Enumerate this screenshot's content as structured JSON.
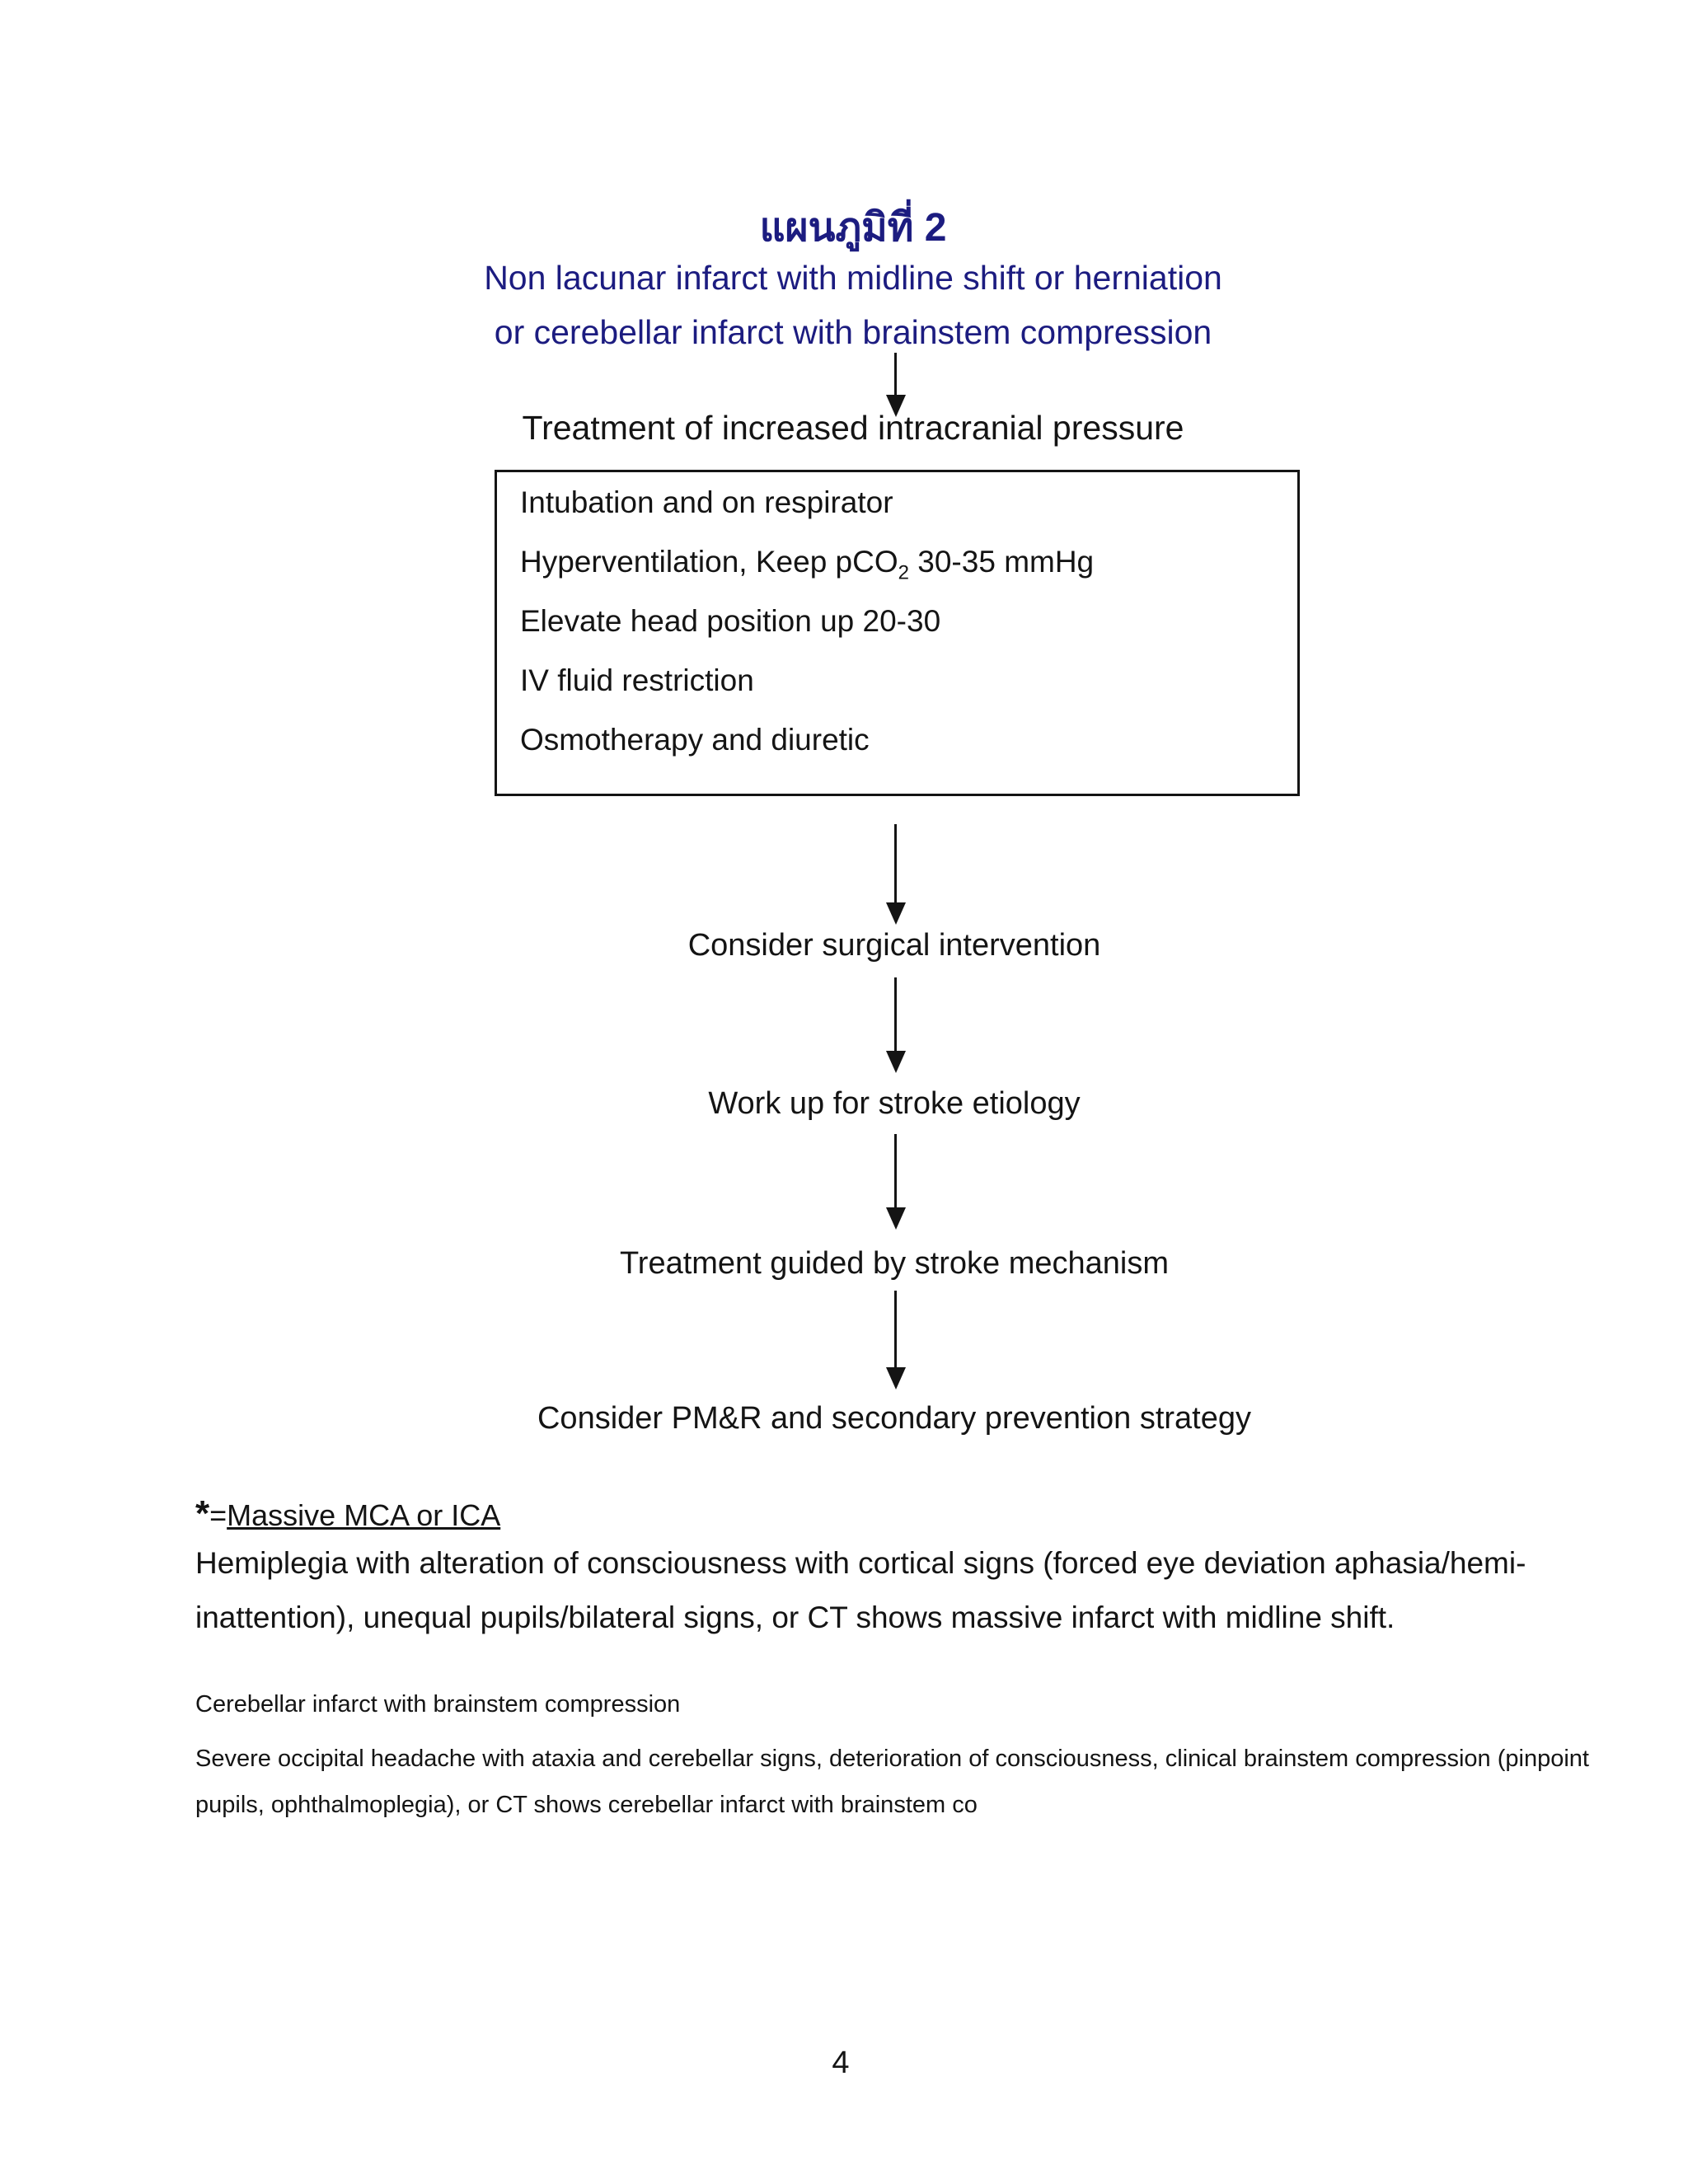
{
  "document": {
    "title_thai": "แผนภูมิที่ 2",
    "subtitle_line1": "Non lacunar infarct with midline shift or herniation",
    "subtitle_line2": "or cerebellar infarct with brainstem compression",
    "page_number": "4"
  },
  "flowchart": {
    "heading": "Treatment of increased intracranial pressure",
    "treatment_box": {
      "items": [
        "Intubation and on respirator",
        {
          "prefix": "Hyperventilation, Keep pCO",
          "subscript": "2",
          "suffix": " 30-35 mmHg"
        },
        "Elevate head position up 20-30",
        "IV fluid restriction",
        "Osmotherapy and diuretic"
      ]
    },
    "steps": [
      "Consider surgical intervention",
      "Work up for stroke etiology",
      "Treatment guided by stroke mechanism",
      "Consider PM&R and secondary prevention strategy"
    ]
  },
  "footnotes": {
    "massive_mca": {
      "asterisk": "*",
      "equals": "=",
      "label": "Massive MCA or ICA",
      "line1": "Hemiplegia with alteration of consciousness with cortical signs (forced eye deviation aphasia/hemi-",
      "line2": "inattention), unequal pupils/bilateral signs, or CT shows massive infarct with midline shift."
    },
    "cerebellar": {
      "heading": "Cerebellar infarct with brainstem compression",
      "line1": "Severe occipital headache with ataxia and cerebellar signs, deterioration of consciousness, clinical brainstem compression (pinpoint",
      "line2": "pupils, ophthalmoplegia), or CT shows cerebellar infarct with brainstem co"
    }
  },
  "colors": {
    "accent_navy": "#1c1c80",
    "text_black": "#141414"
  }
}
